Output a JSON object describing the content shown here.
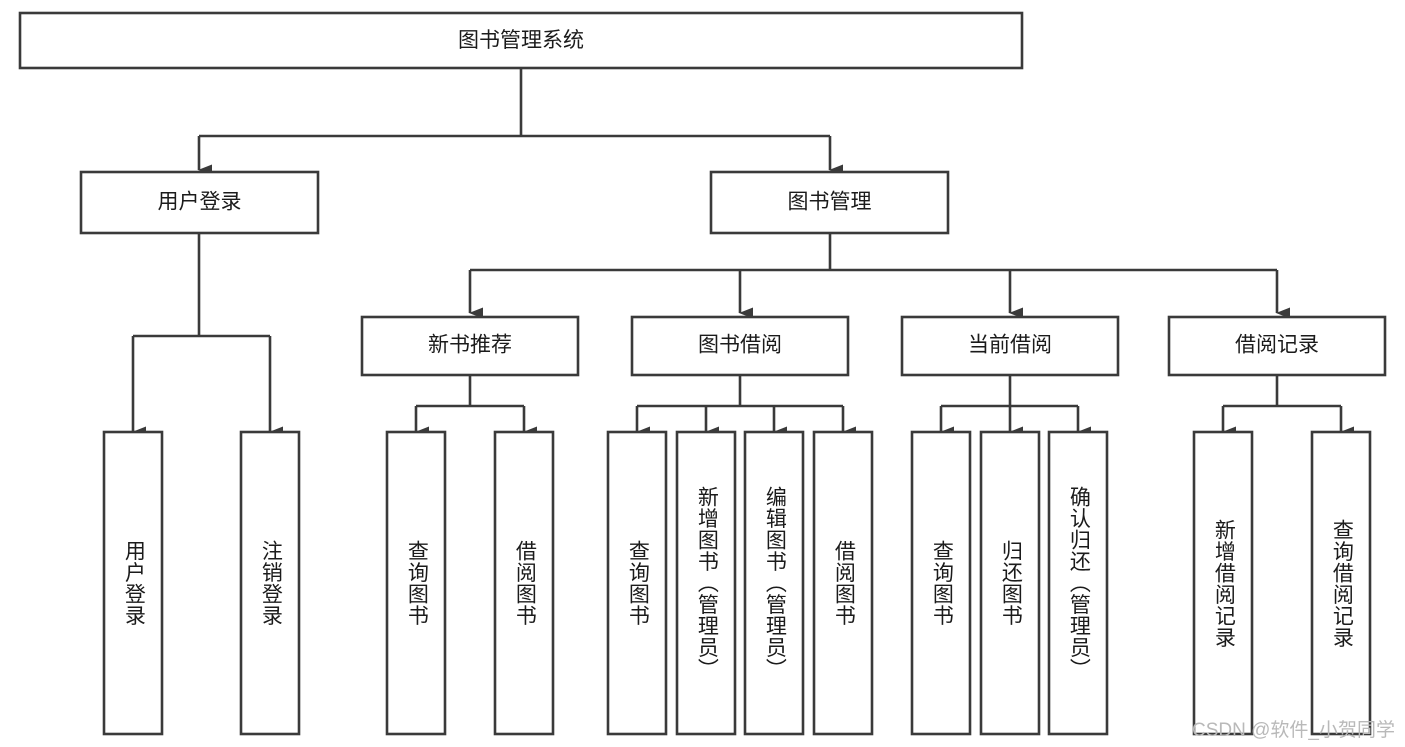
{
  "diagram": {
    "type": "tree-hierarchy-diagram",
    "title_node": {
      "id": "root",
      "label": "图书管理系统"
    },
    "level2": [
      {
        "id": "user-login",
        "label": "用户登录"
      },
      {
        "id": "book-management",
        "label": "图书管理"
      }
    ],
    "level3": [
      {
        "id": "new-book-recommend",
        "label": "新书推荐",
        "parent": "book-management"
      },
      {
        "id": "book-borrow",
        "label": "图书借阅",
        "parent": "book-management"
      },
      {
        "id": "current-borrow",
        "label": "当前借阅",
        "parent": "book-management"
      },
      {
        "id": "borrow-record",
        "label": "借阅记录",
        "parent": "book-management"
      }
    ],
    "leaves": {
      "user-login": [
        {
          "id": "leaf-user-login",
          "label": "用户登录"
        },
        {
          "id": "leaf-logout-login",
          "label": "注销登录"
        }
      ],
      "new-book-recommend": [
        {
          "id": "leaf-query-book-1",
          "label": "查询图书"
        },
        {
          "id": "leaf-borrow-book-1",
          "label": "借阅图书"
        }
      ],
      "book-borrow": [
        {
          "id": "leaf-query-book-2",
          "label": "查询图书"
        },
        {
          "id": "leaf-add-book",
          "label": "新增图书（管理员）"
        },
        {
          "id": "leaf-edit-book",
          "label": "编辑图书（管理员）"
        },
        {
          "id": "leaf-borrow-book-2",
          "label": "借阅图书"
        }
      ],
      "current-borrow": [
        {
          "id": "leaf-query-book-3",
          "label": "查询图书"
        },
        {
          "id": "leaf-return-book",
          "label": "归还图书"
        },
        {
          "id": "leaf-confirm-return",
          "label": "确认归还（管理员）"
        }
      ],
      "borrow-record": [
        {
          "id": "leaf-add-borrow-record",
          "label": "新增借阅记录"
        },
        {
          "id": "leaf-query-borrow-record",
          "label": "查询借阅记录"
        }
      ]
    },
    "colors": {
      "box_stroke": "#3a3a3a",
      "box_fill": "#ffffff",
      "text": "#1b1b1b",
      "watermark": "#b9b9b9",
      "background": "#ffffff"
    }
  },
  "watermark": {
    "text": "CSDN @软件_小贺同学"
  }
}
